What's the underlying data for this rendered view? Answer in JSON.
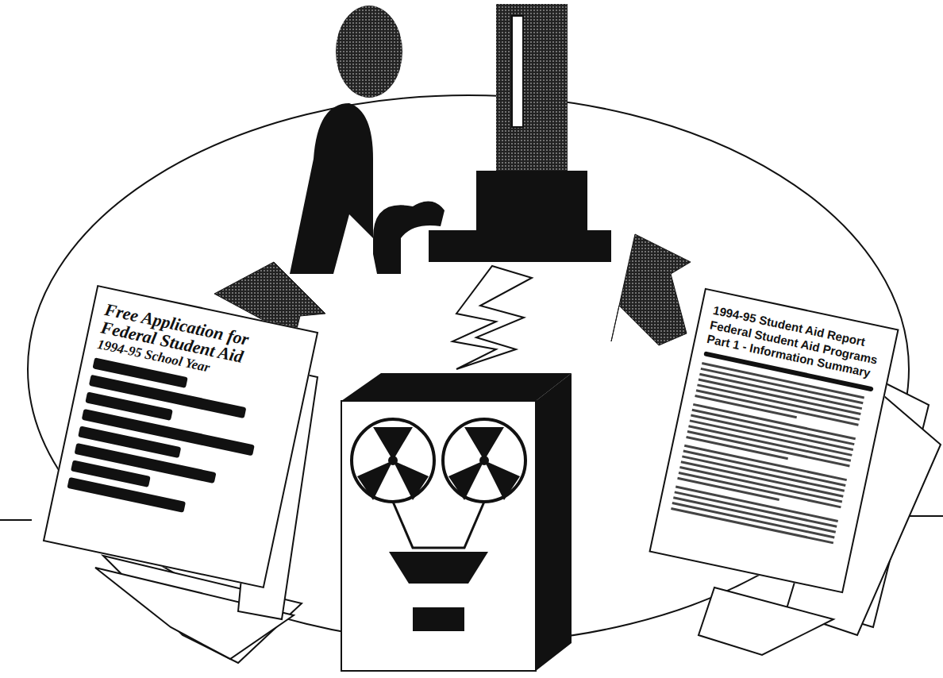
{
  "diagram": {
    "nodes": [
      {
        "text": [
          "Free Application for Federal Student Aid",
          "1994-95 School Year"
        ]
      },
      {
        "text": [
          "1994-95 Student Aid Report",
          "Federal Student Aid Programs Part 1 - Information Summary"
        ]
      }
    ]
  }
}
